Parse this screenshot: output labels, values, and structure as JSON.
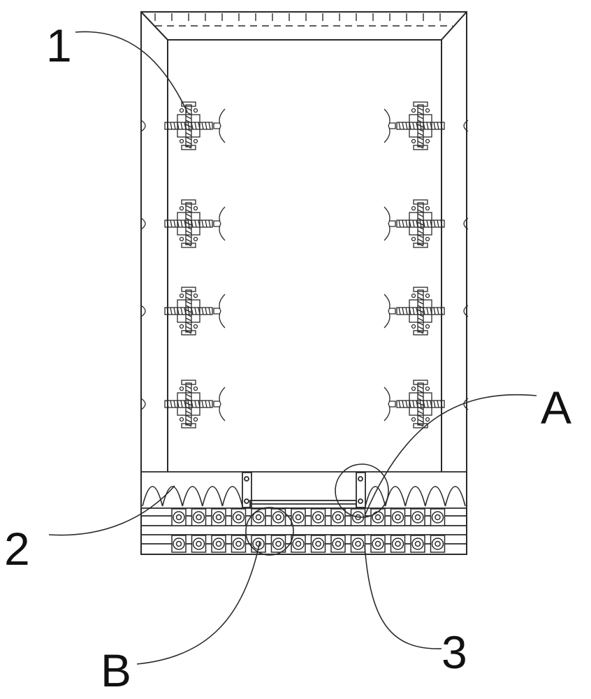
{
  "labels": {
    "ref_1": "1",
    "ref_2": "2",
    "ref_3": "3",
    "ref_a": "A",
    "ref_b": "B"
  },
  "colors": {
    "line": "#2a2a2a",
    "background": "#ffffff"
  }
}
